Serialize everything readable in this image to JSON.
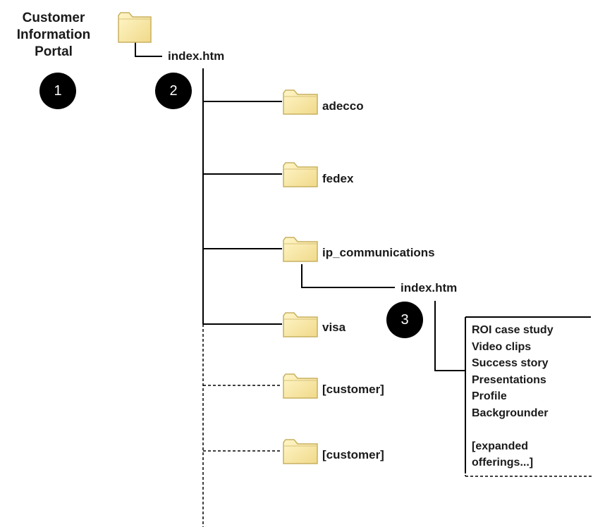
{
  "portal_title": "Customer Information Portal",
  "root_index": "index.htm",
  "markers": [
    "1",
    "2",
    "3"
  ],
  "folders": [
    {
      "name": "adecco",
      "style": "solid"
    },
    {
      "name": "fedex",
      "style": "solid"
    },
    {
      "name": "ip_communications",
      "style": "solid"
    },
    {
      "name": "visa",
      "style": "solid"
    },
    {
      "name": "[customer]",
      "style": "dashed"
    },
    {
      "name": "[customer]",
      "style": "dashed"
    }
  ],
  "sub_index": "index.htm",
  "content_items": [
    "ROI case study",
    "Video clips",
    "Success story",
    "Presentations",
    "Profile",
    "Backgrounder"
  ],
  "expanded_note": "[expanded offerings...]",
  "colors": {
    "folder_fill": "#faeaa0",
    "folder_edge": "#c8b060",
    "line": "#000000",
    "badge": "#000000"
  }
}
